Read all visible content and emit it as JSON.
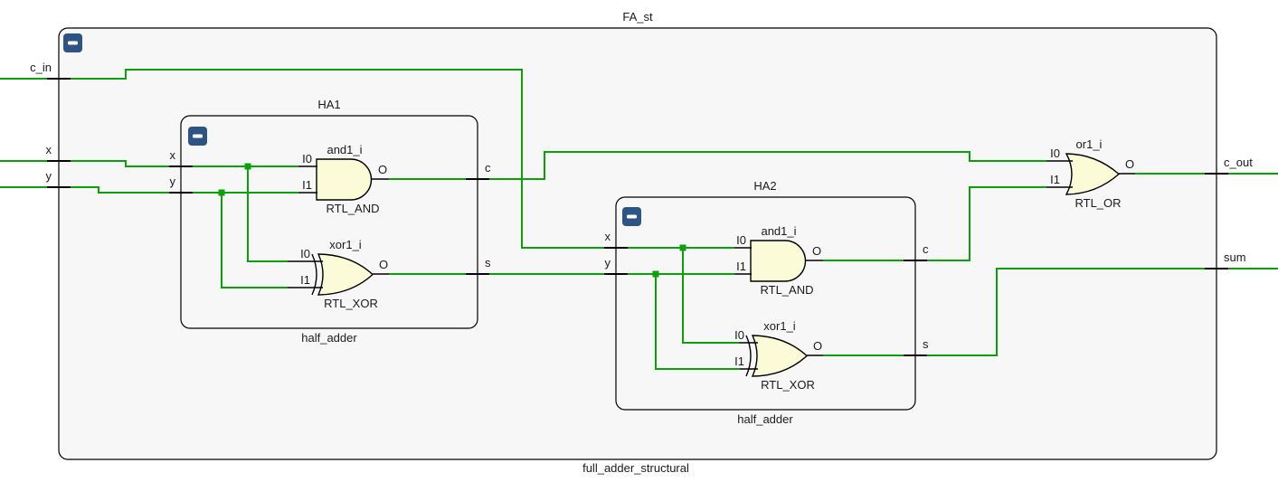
{
  "diagram": {
    "module": {
      "name": "FA_st",
      "type": "full_adder_structural"
    },
    "ports": {
      "c_in": "c_in",
      "x": "x",
      "y": "y",
      "c_out": "c_out",
      "sum": "sum"
    },
    "instances": {
      "ha1": {
        "name": "HA1",
        "type": "half_adder",
        "ports": {
          "x": "x",
          "y": "y",
          "c": "c",
          "s": "s"
        },
        "gates": {
          "and": {
            "name": "and1_i",
            "type": "RTL_AND",
            "pins": {
              "i0": "I0",
              "i1": "I1",
              "o": "O"
            }
          },
          "xor": {
            "name": "xor1_i",
            "type": "RTL_XOR",
            "pins": {
              "i0": "I0",
              "i1": "I1",
              "o": "O"
            }
          }
        }
      },
      "ha2": {
        "name": "HA2",
        "type": "half_adder",
        "ports": {
          "x": "x",
          "y": "y",
          "c": "c",
          "s": "s"
        },
        "gates": {
          "and": {
            "name": "and1_i",
            "type": "RTL_AND",
            "pins": {
              "i0": "I0",
              "i1": "I1",
              "o": "O"
            }
          },
          "xor": {
            "name": "xor1_i",
            "type": "RTL_XOR",
            "pins": {
              "i0": "I0",
              "i1": "I1",
              "o": "O"
            }
          }
        }
      },
      "or1": {
        "name": "or1_i",
        "type": "RTL_OR",
        "pins": {
          "i0": "I0",
          "i1": "I1",
          "o": "O"
        }
      }
    },
    "icons": {
      "collapse": "collapse-minus-icon"
    }
  },
  "colors": {
    "wire": "#0aa00a",
    "gate_fill": "#fbfbd7",
    "box_fill": "#f7f7f7",
    "collapse_button": "#2d5482",
    "border": "#000000"
  }
}
